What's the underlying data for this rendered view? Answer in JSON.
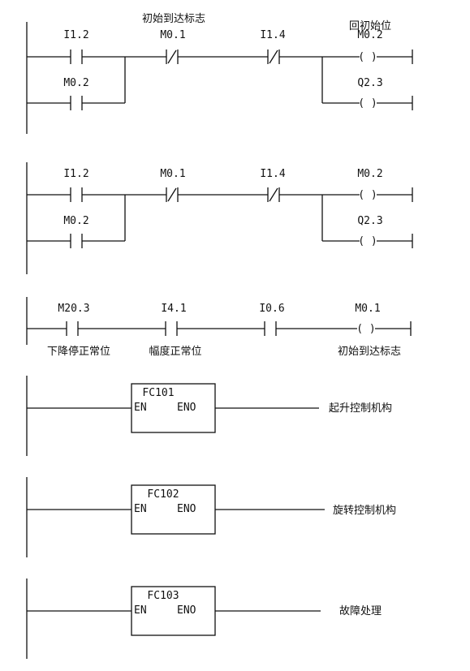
{
  "rungs": [
    {
      "contacts": [
        {
          "label": "I1.2",
          "alt_label": "M0.2"
        },
        {
          "label": "M0.1",
          "comment": "初始到达标志"
        },
        {
          "label": "I1.4"
        }
      ],
      "coils": [
        {
          "label": "M0.2",
          "comment": "回初始位"
        },
        {
          "label": "Q2.3"
        }
      ]
    },
    {
      "contacts": [
        {
          "label": "I1.2",
          "alt_label": "M0.2"
        },
        {
          "label": "M0.1"
        },
        {
          "label": "I1.4"
        }
      ],
      "coils": [
        {
          "label": "M0.2"
        },
        {
          "label": "Q2.3"
        }
      ]
    },
    {
      "contacts": [
        {
          "label": "M20.3",
          "comment": "下降停正常位"
        },
        {
          "label": "I4.1",
          "comment": "幅度正常位"
        },
        {
          "label": "I0.6"
        }
      ],
      "coil": {
        "label": "M0.1",
        "comment": "初始到达标志"
      }
    }
  ],
  "blocks": [
    {
      "name": "FC101",
      "en": "EN",
      "eno": "ENO",
      "comment": "起升控制机构"
    },
    {
      "name": "FC102",
      "en": "EN",
      "eno": "ENO",
      "comment": "旋转控制机构"
    },
    {
      "name": "FC103",
      "en": "EN",
      "eno": "ENO",
      "comment": "故障处理"
    }
  ],
  "symbols": {
    "coil": "( )"
  }
}
